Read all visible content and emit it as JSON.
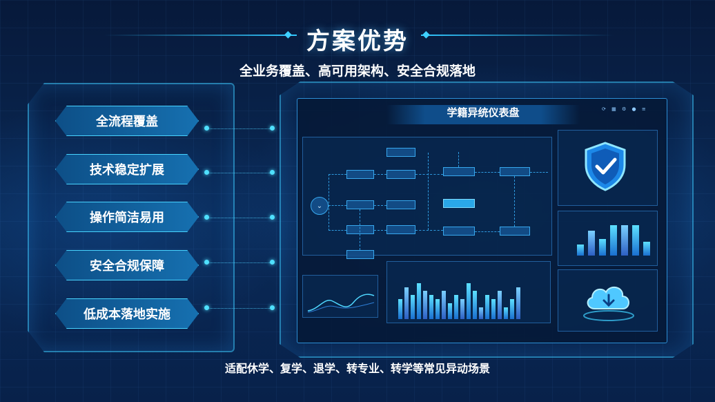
{
  "header": {
    "title": "方案优势",
    "subtitle": "全业务覆盖、高可用架构、安全合规落地"
  },
  "advantages": [
    {
      "label": "全流程覆盖"
    },
    {
      "label": "技术稳定扩展"
    },
    {
      "label": "操作简洁易用"
    },
    {
      "label": "安全合规保障"
    },
    {
      "label": "低成本落地实施"
    }
  ],
  "dashboard": {
    "title": "学籍异统仪表盘",
    "toolbar_icons": [
      "refresh-icon",
      "grid-icon",
      "settings-icon",
      "user-icon",
      "menu-icon"
    ],
    "shield_card_icon": "shield-check-icon",
    "cloud_card_icon": "cloud-download-icon",
    "flow_nodes_count": 13,
    "bar_chart_right": {
      "values": [
        4,
        9,
        6,
        11,
        11,
        11,
        5
      ]
    },
    "bar_chart_bottom": {
      "values": [
        5,
        8,
        6,
        9,
        7,
        6,
        5,
        7,
        4,
        6,
        5,
        9,
        7,
        3,
        6,
        5,
        7,
        3,
        5,
        8
      ]
    },
    "colors": {
      "accent": "#32c8ff",
      "panel": "#061a3a"
    }
  },
  "footer": {
    "text": "适配休学、复学、退学、转专业、转学等常见异动场景"
  }
}
